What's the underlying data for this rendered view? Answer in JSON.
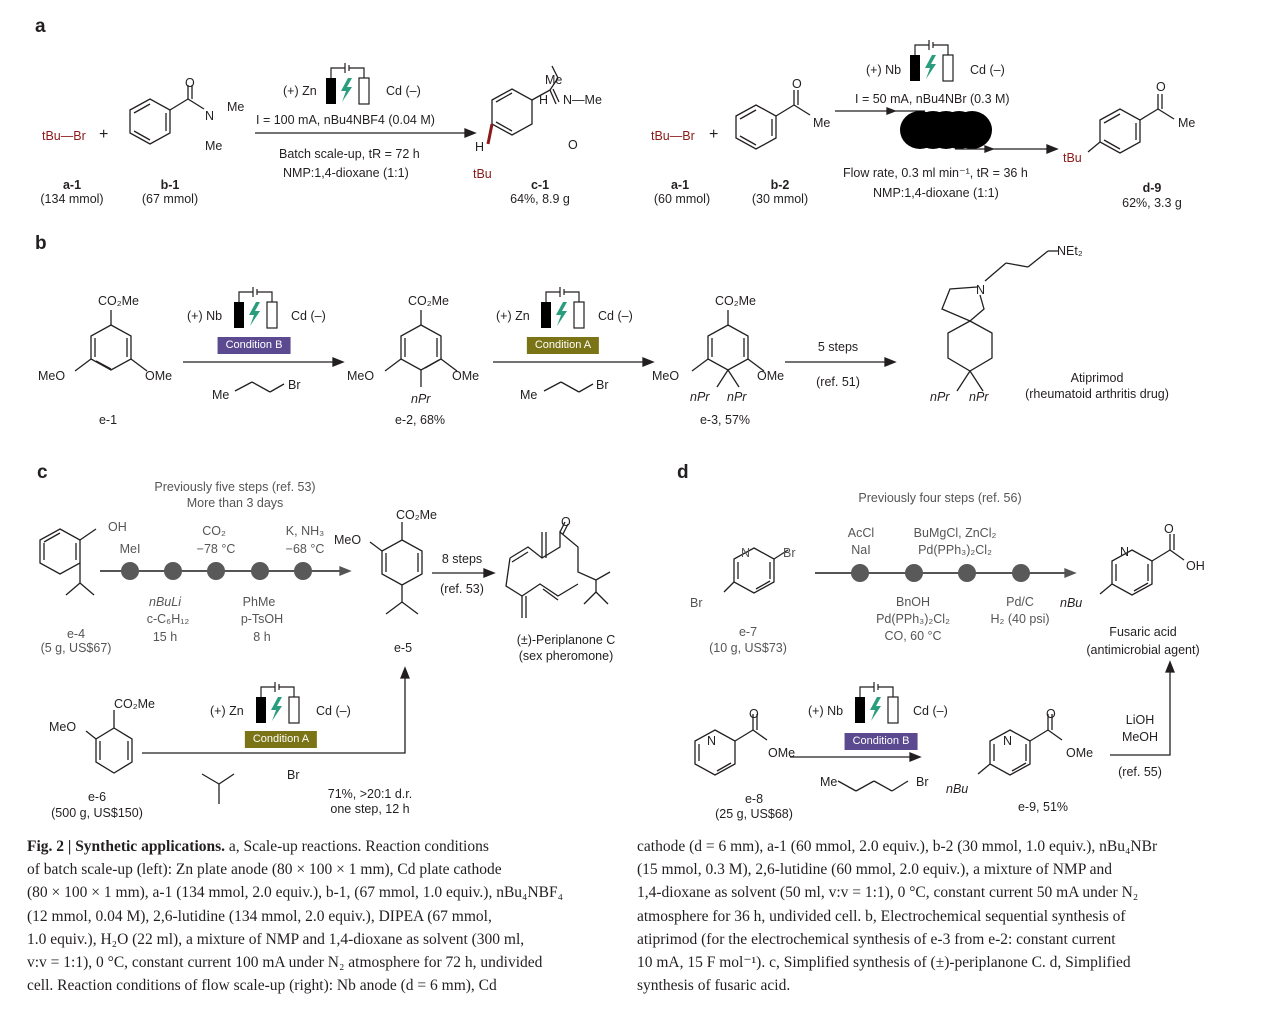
{
  "panels": {
    "a": {
      "label": "a",
      "left": {
        "reagent1": "tBu—Br",
        "plus": "+",
        "cell": {
          "anode": "(+) Zn",
          "cathode": "Cd (–)"
        },
        "conditions_above": "I = 100 mA, nBu4NBF4 (0.04 M)",
        "conditions_below_1": "Batch scale-up, tR = 72 h",
        "conditions_below_2": "NMP:1,4-dioxane (1:1)",
        "compounds": [
          {
            "id": "a-1",
            "amount": "(134 mmol)"
          },
          {
            "id": "b-1",
            "amount": "(67 mmol)"
          },
          {
            "id": "c-1",
            "amount": "64%, 8.9 g"
          }
        ],
        "atoms": {
          "O": "O",
          "N": "N",
          "Me": "Me",
          "H": "H",
          "tBu": "tBu"
        }
      },
      "right": {
        "reagent1": "tBu—Br",
        "plus": "+",
        "cell": {
          "anode": "(+) Nb",
          "cathode": "Cd (–)"
        },
        "conditions_above": "I = 50 mA, nBu4NBr (0.3 M)",
        "conditions_below_1": "Flow rate, 0.3 ml min⁻¹, tR = 36 h",
        "conditions_below_2": "NMP:1,4-dioxane (1:1)",
        "compounds": [
          {
            "id": "a-1",
            "amount": "(60 mmol)"
          },
          {
            "id": "b-2",
            "amount": "(30 mmol)"
          },
          {
            "id": "d-9",
            "amount": "62%, 3.3 g"
          }
        ]
      }
    },
    "b": {
      "label": "b",
      "step1": {
        "cell": {
          "anode": "(+) Nb",
          "cathode": "Cd (–)"
        },
        "condition": "Condition B",
        "reagent_me": "Me",
        "reagent_br": "Br"
      },
      "step2": {
        "cell": {
          "anode": "(+) Zn",
          "cathode": "Cd (–)"
        },
        "condition": "Condition A",
        "reagent_me": "Me",
        "reagent_br": "Br"
      },
      "step3": {
        "above": "5 steps",
        "below": "(ref. 51)"
      },
      "compounds": [
        {
          "id": "e-1",
          "label": "e-1"
        },
        {
          "id": "e-2",
          "label": "e-2, 68%"
        },
        {
          "id": "e-3",
          "label": "e-3, 57%"
        }
      ],
      "substituents": {
        "co2me": "CO₂Me",
        "meo": "MeO",
        "ome": "OMe",
        "npr": "nPr",
        "net2": "NEt₂",
        "n": "N"
      },
      "product": {
        "name": "Atiprimod",
        "note": "(rheumatoid arthritis drug)"
      }
    },
    "c": {
      "label": "c",
      "previous_1": "Previously five steps (ref. 53)",
      "previous_2": "More than 3 days",
      "route_top": [
        "MeI",
        "CO₂",
        "−78 °C",
        "K, NH₃",
        "−68 °C"
      ],
      "route_bottom": [
        "nBuLi",
        "c-C₆H₁₂",
        "15 h",
        "PhMe",
        "p-TsOH",
        "8 h"
      ],
      "e4": {
        "id": "e-4",
        "amount": "(5 g, US$67)",
        "oh": "OH"
      },
      "e5": {
        "id": "e-5",
        "co2me": "CO₂Me",
        "meo": "MeO"
      },
      "step": {
        "above": "8 steps",
        "below": "(ref. 53)"
      },
      "product": {
        "name": "(±)-Periplanone C",
        "note": "(sex pheromone)",
        "o": "O"
      },
      "e6": {
        "id": "e-6",
        "amount": "(500 g, US$150)",
        "co2me": "CO₂Me",
        "meo": "MeO"
      },
      "electro": {
        "cell": {
          "anode": "(+) Zn",
          "cathode": "Cd (–)"
        },
        "condition": "Condition A",
        "br": "Br",
        "result_1": "71%, >20:1 d.r.",
        "result_2": "one step, 12 h"
      }
    },
    "d": {
      "label": "d",
      "previous": "Previously four steps (ref. 56)",
      "route_top": [
        "AcCl",
        "NaI",
        "BuMgCl, ZnCl₂",
        "Pd(PPh₃)₂Cl₂"
      ],
      "route_bottom": [
        "BnOH",
        "Pd(PPh₃)₂Cl₂",
        "CO, 60 °C",
        "Pd/C",
        "H₂ (40 psi)"
      ],
      "e7": {
        "id": "e-7",
        "amount": "(10 g, US$73)",
        "br": "Br",
        "n": "N"
      },
      "product": {
        "name": "Fusaric acid",
        "note": "(antimicrobial agent)",
        "oh": "OH",
        "o": "O",
        "nbu": "nBu",
        "n": "N"
      },
      "e8": {
        "id": "e-8",
        "amount": "(25 g, US$68)",
        "ome": "OMe",
        "o": "O",
        "n": "N"
      },
      "electro": {
        "cell": {
          "anode": "(+) Nb",
          "cathode": "Cd (–)"
        },
        "condition": "Condition B",
        "me": "Me",
        "br": "Br"
      },
      "e9": {
        "id": "e-9",
        "label": "e-9, 51%",
        "ome": "OMe",
        "nbu": "nBu"
      },
      "final_step": {
        "above_1": "LiOH",
        "above_2": "MeOH",
        "below": "(ref. 55)"
      }
    }
  },
  "colors": {
    "condition_a": "#7a7416",
    "condition_b": "#5b4a8f",
    "bolt": "#2a9d7e",
    "highlight_red": "#8b1a1a"
  },
  "caption": {
    "title": "Fig. 2 | Synthetic applications.",
    "left_lines": [
      " a, Scale-up reactions. Reaction conditions",
      "of batch scale-up (left): Zn plate anode (80 × 100 × 1 mm), Cd plate cathode",
      "(80 × 100 × 1 mm), a-1 (134 mmol, 2.0 equiv.), b-1, (67 mmol, 1.0 equiv.), nBu₄NBF₄",
      "(12 mmol, 0.04 M), 2,6-lutidine (134 mmol, 2.0 equiv.), DIPEA (67 mmol,",
      "1.0 equiv.), H₂O (22 ml), a mixture of NMP and 1,4-dioxane as solvent (300 ml,",
      "v:v = 1:1), 0 °C, constant current 100 mA under N₂ atmosphere for 72 h, undivided",
      "cell. Reaction conditions of flow scale-up (right): Nb anode (d = 6 mm), Cd"
    ],
    "right_lines": [
      "cathode (d = 6 mm), a-1 (60 mmol, 2.0 equiv.), b-2 (30 mmol, 1.0 equiv.), nBu₄NBr",
      "(15 mmol, 0.3 M), 2,6-lutidine (60 mmol, 2.0 equiv.), a mixture of NMP and",
      "1,4-dioxane as solvent (50 ml, v:v = 1:1), 0 °C, constant current 50 mA under N₂",
      "atmosphere for 36 h, undivided cell. b, Electrochemical sequential synthesis of",
      "atiprimod (for the electrochemical synthesis of e-3 from e-2: constant current",
      "10 mA, 15 F mol⁻¹). c, Simplified synthesis of (±)-periplanone C. d, Simplified",
      "synthesis of fusaric acid."
    ]
  }
}
